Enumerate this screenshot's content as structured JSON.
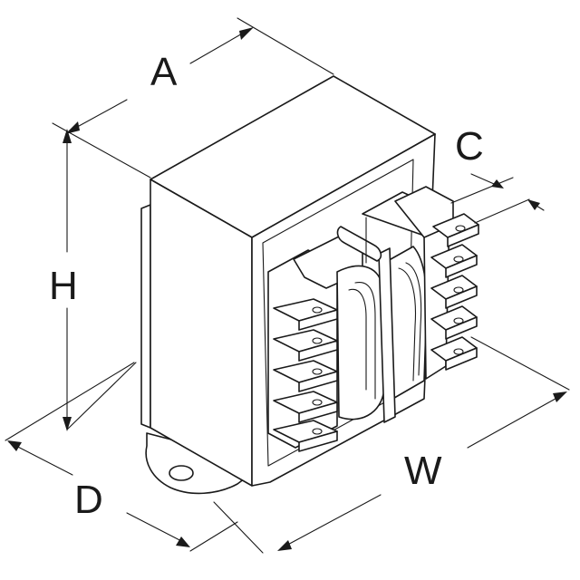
{
  "dimensions": {
    "a": "A",
    "c": "C",
    "h": "H",
    "d": "D",
    "w": "W"
  }
}
